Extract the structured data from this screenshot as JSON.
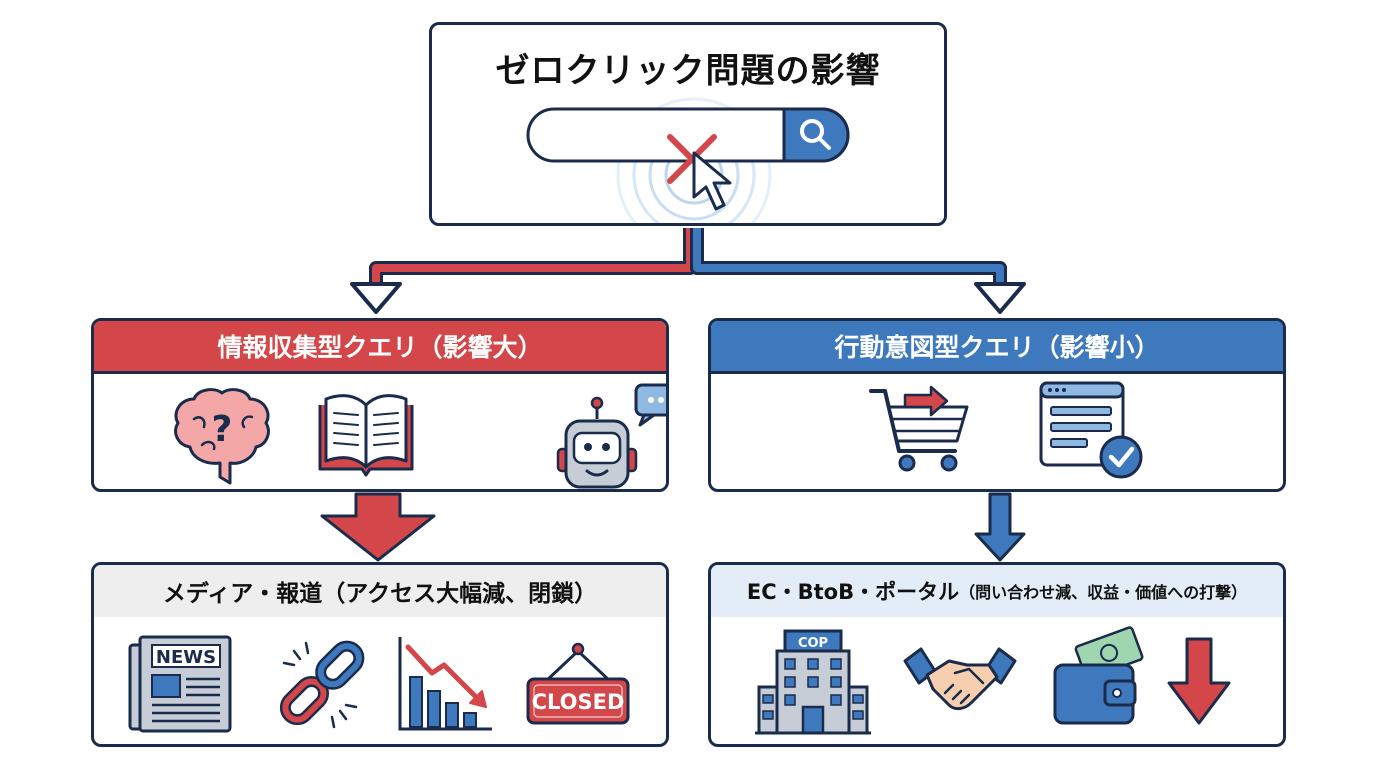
{
  "title": "ゼロクリック問題の影響",
  "info_query": {
    "header": "情報収集型クエリ（影響大）",
    "icons": [
      "brain-question-icon",
      "open-book-icon",
      "chatbot-icon"
    ]
  },
  "action_query": {
    "header": "行動意図型クエリ（影響小）",
    "icons": [
      "shopping-cart-icon",
      "web-form-check-icon"
    ]
  },
  "media": {
    "header": "メディア・報道（アクセス大幅減、閉鎖）",
    "icons": [
      "newspaper-icon",
      "broken-link-icon",
      "declining-chart-icon",
      "closed-sign-icon"
    ],
    "newspaper_label": "NEWS",
    "closed_label": "CLOSED"
  },
  "ec": {
    "header_main": "EC・BtoB・ポータル",
    "header_sub": "（問い合わせ減、収益・価値への打撃）",
    "icons": [
      "office-building-icon",
      "handshake-icon",
      "wallet-icon",
      "down-arrow-icon"
    ],
    "building_label": "COP"
  },
  "colors": {
    "navy": "#1a2b4c",
    "red": "#d3464a",
    "blue": "#3f79bd",
    "light_blue": "#e3edf8",
    "gray": "#eeeeee"
  }
}
